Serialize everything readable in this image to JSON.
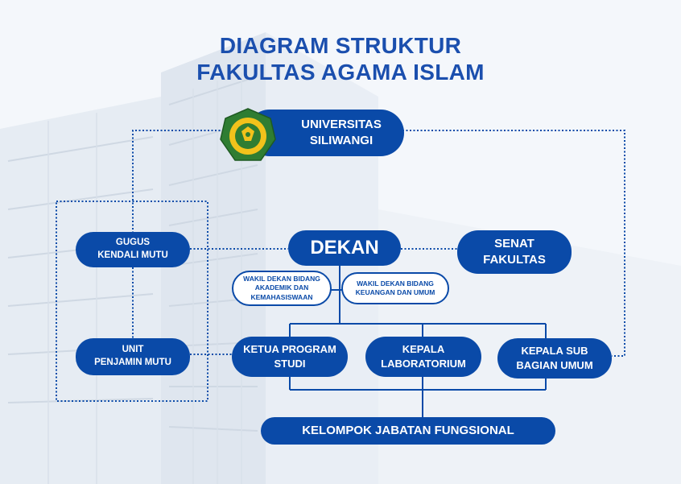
{
  "title_line1": "DIAGRAM STRUKTUR",
  "title_line2": "FAKULTAS AGAMA ISLAM",
  "logo": {
    "icon": "university-seal-icon",
    "text": "UNIVERSITAS SILIWANGI"
  },
  "nodes": {
    "universitas": "UNIVERSITAS\nSILIWANGI",
    "dekan": "DEKAN",
    "senat": "SENAT\nFAKULTAS",
    "gugus": "GUGUS\nKENDALI MUTU",
    "wakil_akademik": "WAKIL DEKAN BIDANG\nAKADEMIK DAN\nKEMAHASISWAAN",
    "wakil_keuangan": "WAKIL DEKAN BIDANG\nKEUANGAN DAN UMUM",
    "unit_penjamin": "UNIT\nPENJAMIN MUTU",
    "kaprodi": "KETUA PROGRAM\nSTUDI",
    "kepala_lab": "KEPALA\nLABORATORIUM",
    "kasubag": "KEPALA SUB\nBAGIAN UMUM",
    "kelompok": "KELOMPOK JABATAN FUNGSIONAL"
  },
  "colors": {
    "primary": "#0a4aa8",
    "title": "#1b4fae",
    "seal_green": "#2f7d32",
    "seal_yellow": "#f2c21b"
  }
}
